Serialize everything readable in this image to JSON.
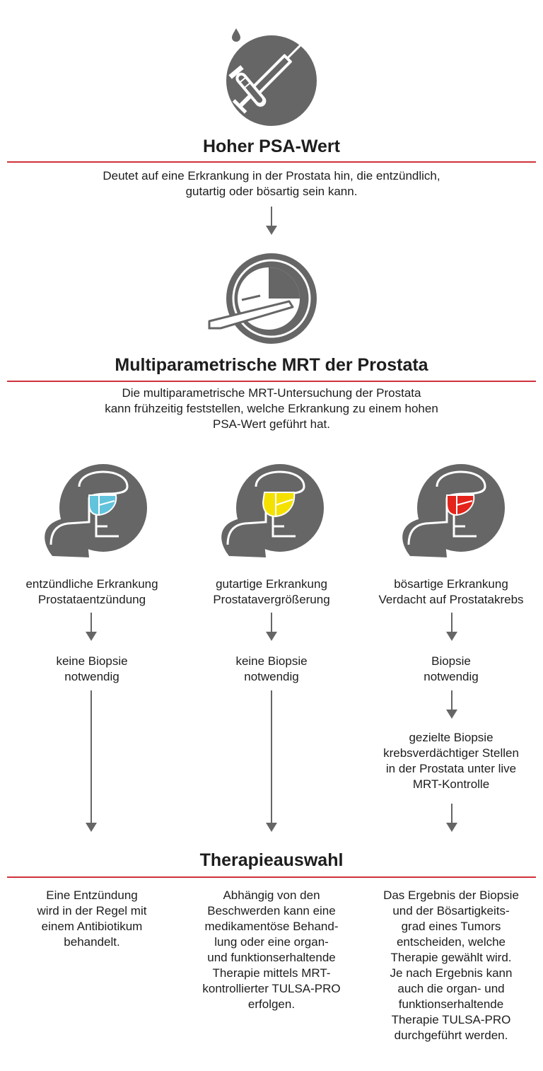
{
  "step1": {
    "title": "Hoher PSA-Wert",
    "desc_line1": "Deutet auf eine Erkrankung in der Prostata hin, die entzündlich,",
    "desc_line2": "gutartig oder bösartig sein kann."
  },
  "step2": {
    "title": "Multiparametrische MRT der Prostata",
    "desc_line1": "Die multiparametrische MRT-Untersuchung der Prostata",
    "desc_line2": "kann frühzeitig feststellen, welche Erkrankung zu einem hohen",
    "desc_line3": "PSA-Wert geführt hat."
  },
  "columns": [
    {
      "color": "#62c3dc",
      "label_line1": "entzündliche Erkrankung",
      "label_line2": "Prostataentzündung",
      "biopsy_line1": "keine Biopsie",
      "biopsy_line2": "notwendig",
      "therapy_lines": [
        "Eine Entzündung",
        "wird in der Regel mit",
        "einem Antibiotikum",
        "behandelt."
      ]
    },
    {
      "color": "#f5e100",
      "label_line1": "gutartige Erkrankung",
      "label_line2": "Prostatavergrößerung",
      "biopsy_line1": "keine Biopsie",
      "biopsy_line2": "notwendig",
      "therapy_lines": [
        "Abhängig von den",
        "Beschwerden kann eine",
        "medikamentöse Behand-",
        "lung oder eine organ-",
        "und funktionserhaltende",
        "Therapie mittels MRT-",
        "kontrollierter TULSA-PRO",
        "erfolgen."
      ]
    },
    {
      "color": "#e4231b",
      "label_line1": "bösartige Erkrankung",
      "label_line2": "Verdacht auf Prostatakrebs",
      "biopsy_line1": "Biopsie",
      "biopsy_line2": "notwendig",
      "targeted_lines": [
        "gezielte Biopsie",
        "krebsverdächtiger Stellen",
        "in der Prostata unter live",
        "MRT-Kontrolle"
      ],
      "therapy_lines": [
        "Das Ergebnis der Biopsie",
        "und der Bösartigkeits-",
        "grad eines Tumors",
        "entscheiden, welche",
        "Therapie gewählt wird.",
        "Je nach Ergebnis kann",
        "auch die organ- und",
        "funktionserhaltende",
        "Therapie TULSA-PRO",
        "durchgeführt werden."
      ]
    }
  ],
  "step3": {
    "title": "Therapieauswahl"
  },
  "colors": {
    "icon_gray": "#666666",
    "rule_red": "#d0323a",
    "arrow_gray": "#666666"
  },
  "icons": {
    "psa": "syringe-and-test-tube-icon",
    "mrt": "mri-scanner-icon",
    "anatomy": "prostate-anatomy-icon"
  }
}
